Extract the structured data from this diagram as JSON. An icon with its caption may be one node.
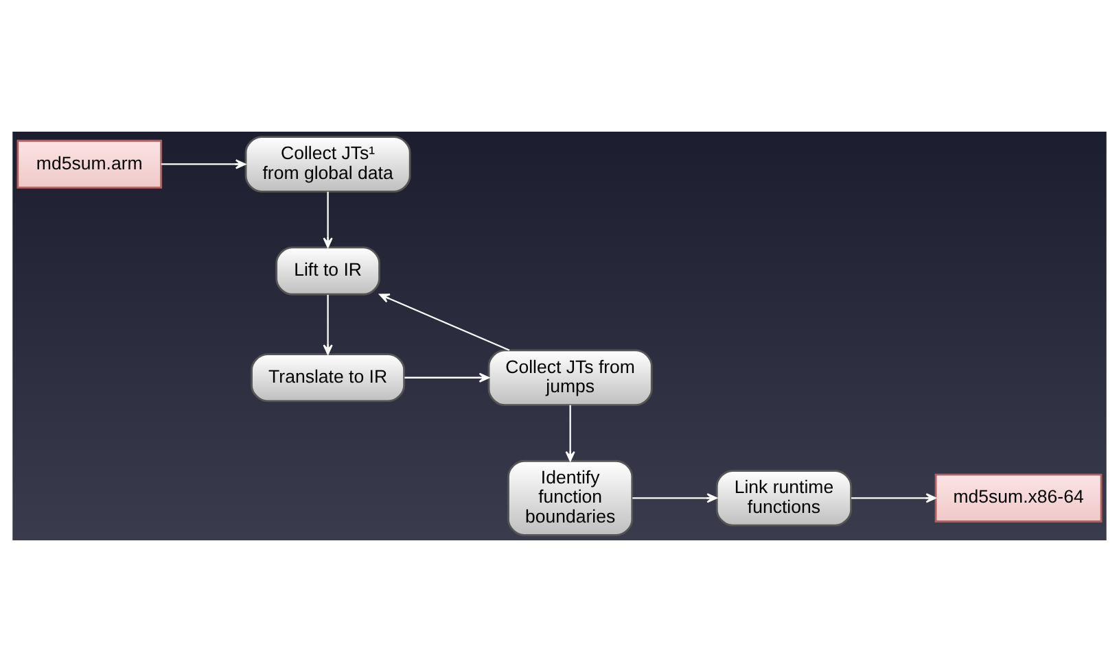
{
  "diagram": {
    "nodes": [
      {
        "text": [
          "md5sum.arm"
        ]
      },
      {
        "text": [
          "Collect JTs¹ from global data"
        ]
      },
      {
        "text": [
          "Lift to IR"
        ]
      },
      {
        "text": [
          "Translate to IR"
        ]
      },
      {
        "text": [
          "Collect JTs from jumps"
        ]
      },
      {
        "text": [
          "Identify function boundaries"
        ]
      },
      {
        "text": [
          "Link runtime functions"
        ]
      },
      {
        "text": [
          "md5sum.x86-64"
        ]
      }
    ],
    "edges": [
      {
        "from": 0,
        "to": 1,
        "arrow": "to"
      },
      {
        "from": 1,
        "to": 2,
        "arrow": "to"
      },
      {
        "from": 2,
        "to": 3,
        "arrow": "to"
      },
      {
        "from": 3,
        "to": 4,
        "arrow": "to"
      },
      {
        "from": 4,
        "to": 2,
        "arrow": "to"
      },
      {
        "from": 4,
        "to": 5,
        "arrow": "to"
      },
      {
        "from": 5,
        "to": 6,
        "arrow": "to"
      },
      {
        "from": 6,
        "to": 7,
        "arrow": "to"
      }
    ]
  }
}
